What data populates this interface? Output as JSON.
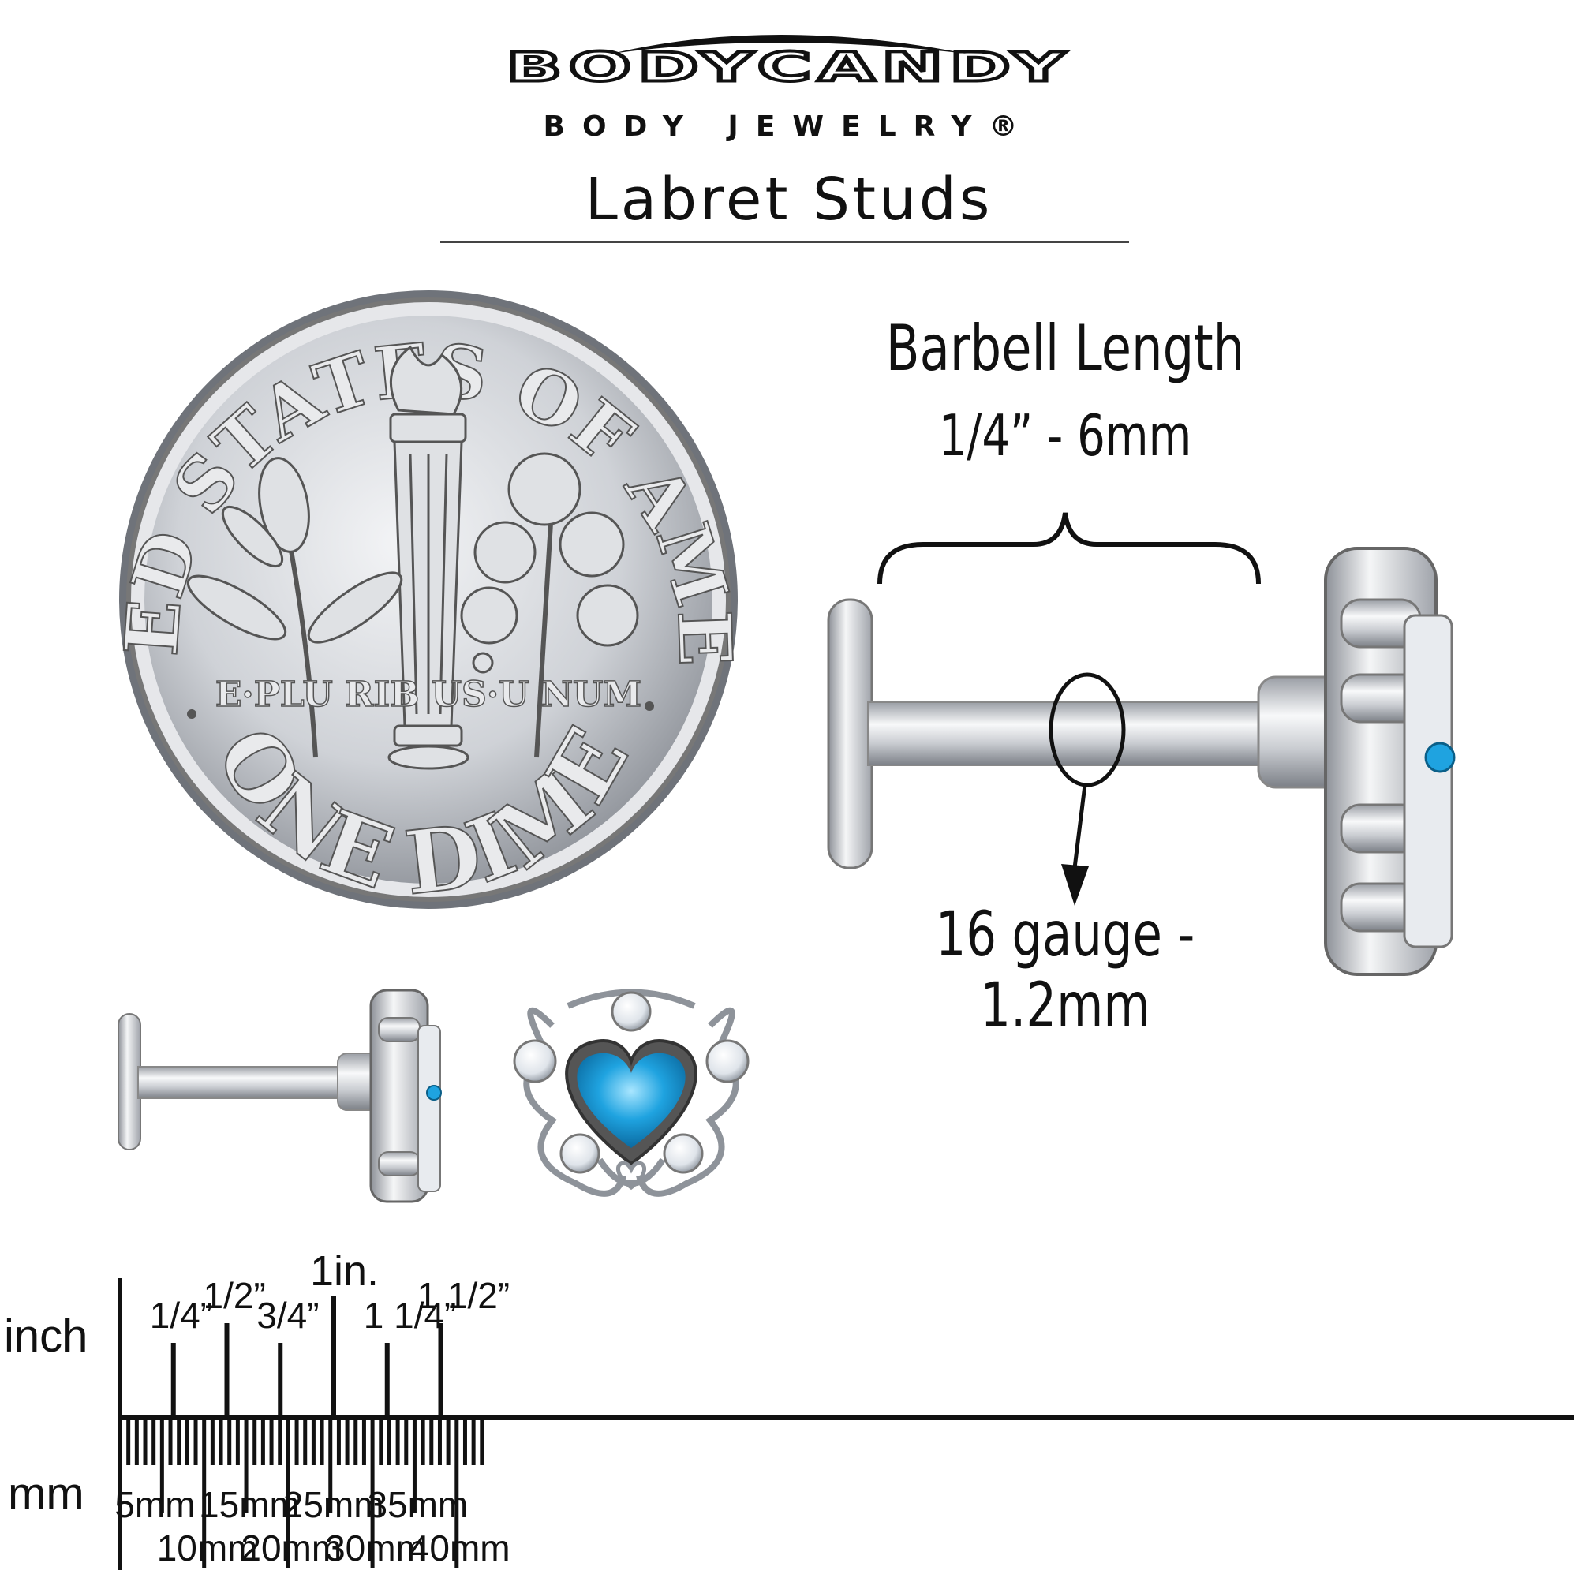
{
  "brand": {
    "name": "BODYCANDY",
    "tagline": "BODY JEWELRY®"
  },
  "product": {
    "title": "Labret Studs"
  },
  "coin": {
    "top_text": "UNITED STATES OF AMERICA",
    "bottom_text": "ONE DIME",
    "motto": "E·PLU RIB US·U NUM"
  },
  "dimensions": {
    "barbell_label": "Barbell Length",
    "barbell_size": "1/4” - 6mm",
    "gauge_label": "16 gauge - 1.2mm"
  },
  "ruler": {
    "inch_label": "inch",
    "mm_label": "mm",
    "inch_marks": [
      {
        "value": 0.25,
        "label": "1/4”"
      },
      {
        "value": 0.5,
        "label": "1/2”"
      },
      {
        "value": 0.75,
        "label": "3/4”"
      },
      {
        "value": 1.0,
        "label": "1in."
      },
      {
        "value": 1.25,
        "label": "1 1/4”"
      },
      {
        "value": 1.5,
        "label": "1 1/2”"
      }
    ],
    "mm_marks": [
      {
        "value": 5,
        "label": "5mm"
      },
      {
        "value": 10,
        "label": "10mm"
      },
      {
        "value": 15,
        "label": "15mm"
      },
      {
        "value": 20,
        "label": "20mm"
      },
      {
        "value": 25,
        "label": "25mm"
      },
      {
        "value": 30,
        "label": "30mm"
      },
      {
        "value": 35,
        "label": "35mm"
      },
      {
        "value": 40,
        "label": "40mm"
      }
    ]
  },
  "colors": {
    "ink": "#111111",
    "gem_blue": "#1fa3e0",
    "silver": "#c9ccd1"
  }
}
